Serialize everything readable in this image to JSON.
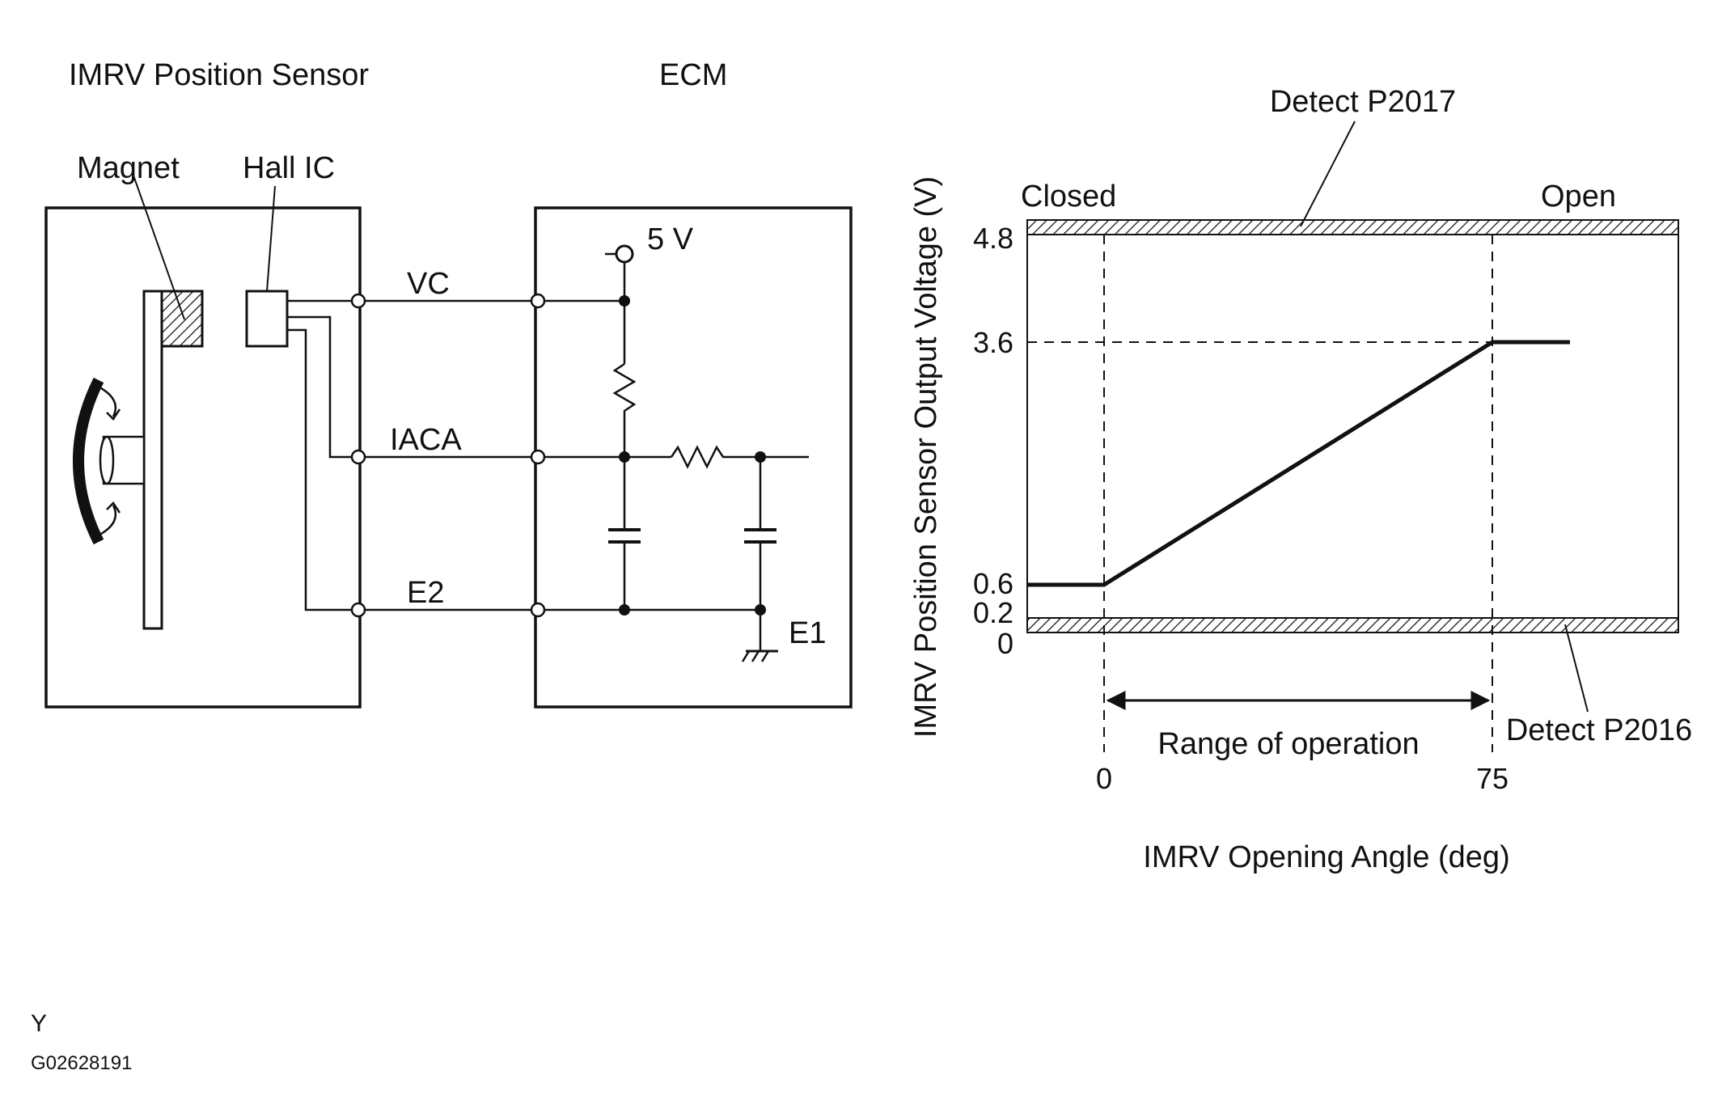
{
  "circuit": {
    "sensor_title": "IMRV Position Sensor",
    "ecm_title": "ECM",
    "magnet_label": "Magnet",
    "hall_ic_label": "Hall IC",
    "supply_label": "5 V",
    "vc_label": "VC",
    "iaca_label": "IACA",
    "e2_label": "E2",
    "e1_label": "E1"
  },
  "chart_data": {
    "type": "line",
    "xlabel": "IMRV Opening Angle (deg)",
    "ylabel": "IMRV Position Sensor Output Voltage (V)",
    "x_ticks": [
      "0",
      "75"
    ],
    "y_ticks": [
      "4.8",
      "3.6",
      "0.6",
      "0.2",
      "0"
    ],
    "series": [
      {
        "x": [
          -15,
          0,
          75,
          90
        ],
        "y": [
          0.6,
          0.6,
          3.6,
          3.6
        ]
      }
    ],
    "annotations": {
      "closed": "Closed",
      "open": "Open",
      "detect_high": "Detect P2017",
      "detect_low": "Detect P2016",
      "range": "Range of operation"
    }
  },
  "footer": {
    "code": "Y",
    "figure_id": "G02628191"
  }
}
